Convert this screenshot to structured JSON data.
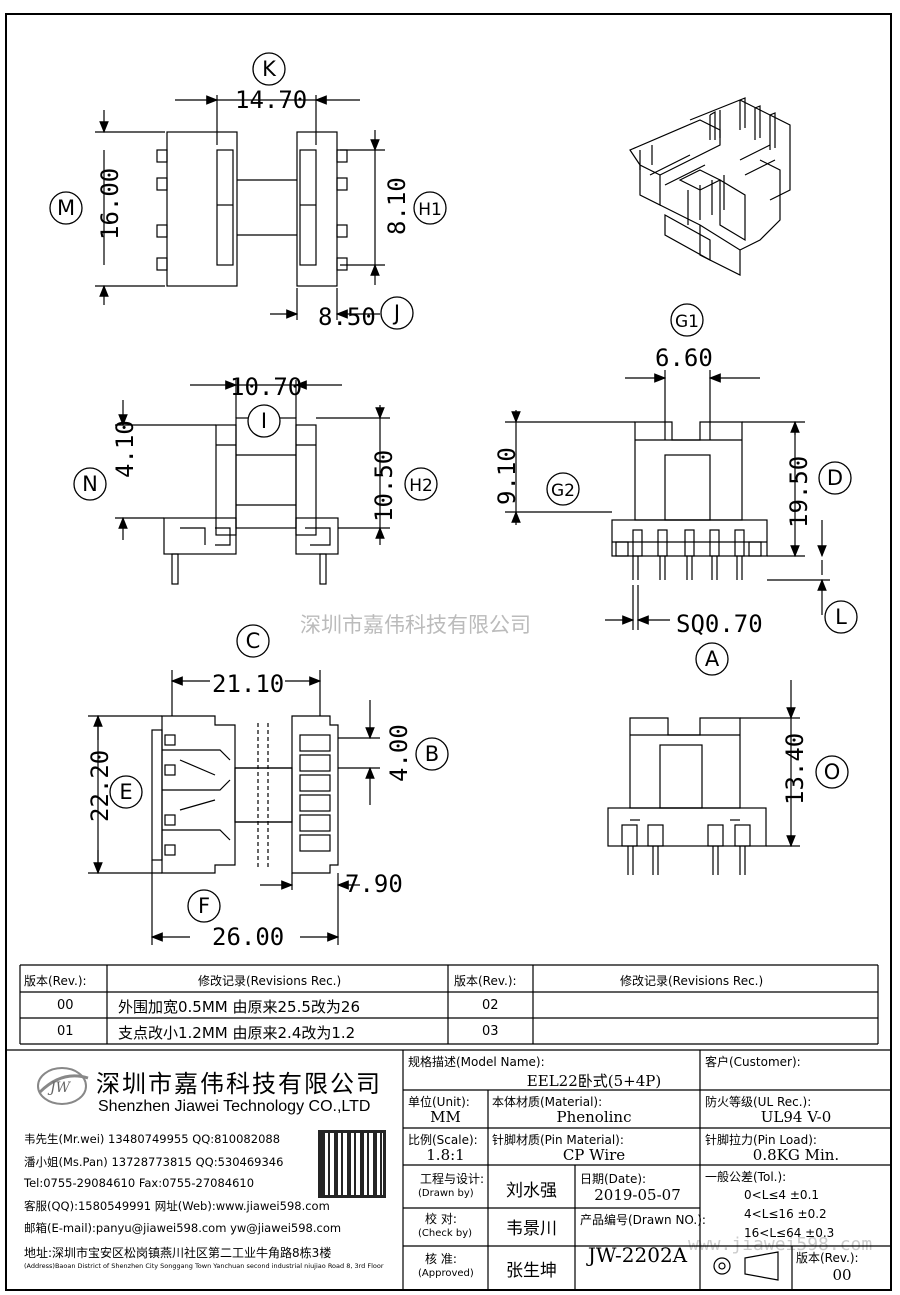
{
  "dims": {
    "k_val": "14.70",
    "m_val": "16.00",
    "h1_val": "8.10",
    "j_val": "8.50",
    "g1_val": "6.60",
    "i_val": "10.70",
    "n_val": "4.10",
    "h2_val": "10.50",
    "g2_val": "9.10",
    "d_val": "19.50",
    "a_val": "SQ0.70",
    "c_val": "21.10",
    "e_val": "22.20",
    "b_val": "4.00",
    "o_val": "13.40",
    "f1_val": "7.90",
    "f_val": "26.00"
  },
  "tags": {
    "k": "K",
    "m": "M",
    "h1": "H1",
    "j": "J",
    "g1": "G1",
    "i": "I",
    "n": "N",
    "h2": "H2",
    "g2": "G2",
    "d": "D",
    "l": "L",
    "a": "A",
    "c": "C",
    "b": "B",
    "e": "E",
    "o": "O",
    "f": "F"
  },
  "watermark": "深圳市嘉伟科技有限公司",
  "watermark2": "www.jiawei598.com",
  "revisions": {
    "h_rev": "版本(Rev.):",
    "h_rec": "修改记录(Revisions Rec.)",
    "rows": [
      {
        "rev": "00",
        "rec": "外围加宽0.5MM 由原来25.5改为26",
        "rev2": "02",
        "rec2": ""
      },
      {
        "rev": "01",
        "rec": "支点改小1.2MM  由原来2.4改为1.2",
        "rev2": "03",
        "rec2": ""
      }
    ]
  },
  "company": {
    "logo": "JW",
    "name_cn": "深圳市嘉伟科技有限公司",
    "name_en": "Shenzhen Jiawei Technology CO.,LTD",
    "contacts": [
      "韦先生(Mr.wei) 13480749955 QQ:810082088",
      "潘小姐(Ms.Pan) 13728773815 QQ:530469346",
      "Tel:0755-29084610      Fax:0755-27084610",
      "客服(QQ):1580549991   网址(Web):www.jiawei598.com",
      "邮箱(E-mail):panyu@jiawei598.com   yw@jiawei598.com"
    ],
    "addr_cn": "地址:深圳市宝安区松岗镇燕川社区第二工业牛角路8栋3楼",
    "addr_en": "(Address)Baoan District of Shenzhen City Songgang Town Yanchuan  second industrial niujiao Road 8, 3rd Floor"
  },
  "title_block": {
    "model_label": "规格描述(Model Name):",
    "model": "EEL22卧式(5+4P)",
    "customer_label": "客户(Customer):",
    "customer": "",
    "unit_label": "单位(Unit):",
    "unit": "MM",
    "material_label": "本体材质(Material):",
    "material": "Phenolinc",
    "ul_label": "防火等级(UL Rec.):",
    "ul": "UL94 V-0",
    "scale_label": "比例(Scale):",
    "scale": "1.8:1",
    "pin_label": "针脚材质(Pin Material):",
    "pin": "CP Wire",
    "load_label": "针脚拉力(Pin Load):",
    "load": "0.8KG Min.",
    "drawn_label": "工程与设计:",
    "drawn_label_en": "(Drawn by)",
    "drawn": "刘水强",
    "date_label": "日期(Date):",
    "date": "2019-05-07",
    "tol_label": "一般公差(Tol.):",
    "tol": [
      "0<L≤4     ±0.1",
      "4<L≤16    ±0.2",
      "16<L≤64   ±0.3"
    ],
    "check_label": "校  对:",
    "check_label_en": "(Check by)",
    "check": "韦景川",
    "drawno_label": "产品编号(Drawn NO.):",
    "drawno": "JW-2202A",
    "approve_label": "核  准:",
    "approve_label_en": "(Approved)",
    "approve": "张生坤",
    "rev_label": "版本(Rev.):",
    "rev": "00"
  }
}
